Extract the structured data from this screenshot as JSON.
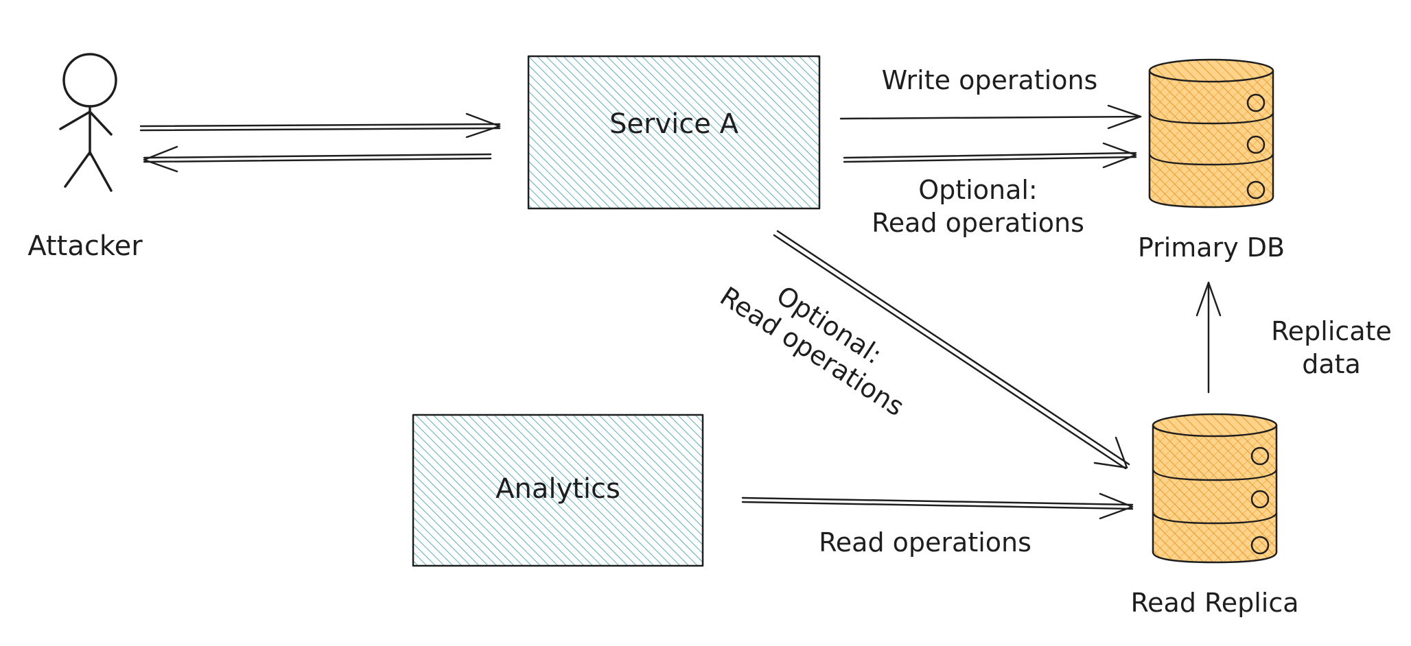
{
  "colors": {
    "ink": "#1e1e1e",
    "service_hatch": "#2b9bb2",
    "db_hatch": "#e8890c",
    "db_fill": "#ffd38a",
    "background": "#ffffff"
  },
  "actor": {
    "label": "Attacker",
    "icon": "stick-figure-icon"
  },
  "services": {
    "service_a": "Service A",
    "analytics": "Analytics"
  },
  "databases": {
    "primary": "Primary DB",
    "replica": "Read Replica",
    "icon": "database-cylinder-icon"
  },
  "edges": {
    "write_ops": "Write operations",
    "optional_read_primary_1": "Optional:",
    "optional_read_primary_2": "Read operations",
    "optional_read_replica_1": "Optional:",
    "optional_read_replica_2": "Read operations",
    "analytics_read": "Read operations",
    "replicate_1": "Replicate",
    "replicate_2": "data"
  }
}
